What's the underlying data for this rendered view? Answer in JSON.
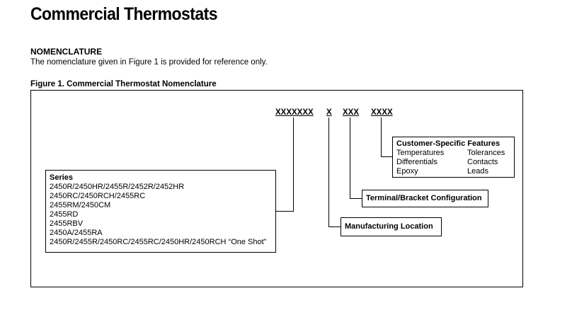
{
  "document": {
    "title": "Commercial Thermostats",
    "section_heading": "NOMENCLATURE",
    "section_text": "The nomenclature given in Figure 1 is provided for reference only.",
    "figure_caption": "Figure 1. Commercial Thermostat Nomenclature"
  },
  "diagram": {
    "code_segments": [
      "XXXXXXX",
      "X",
      "XXX",
      "XXXX"
    ],
    "series": {
      "title": "Series",
      "items": [
        "2450R/2450HR/2455R/2452R/2452HR",
        "2450RC/2450RCH/2455RC",
        "2455RM/2450CM",
        "2455RD",
        "2455RBV",
        "2450A/2455RA",
        "2450R/2455R/2450RC/2455RC/2450HR/2450RCH “One Shot”"
      ]
    },
    "customer_features": {
      "title": "Customer-Specific Features",
      "items": [
        "Temperatures",
        "Tolerances",
        "Differentials",
        "Contacts",
        "Epoxy",
        "Leads"
      ]
    },
    "terminal_label": "Terminal/Bracket Configuration",
    "manufacturing_label": "Manufacturing Location"
  }
}
